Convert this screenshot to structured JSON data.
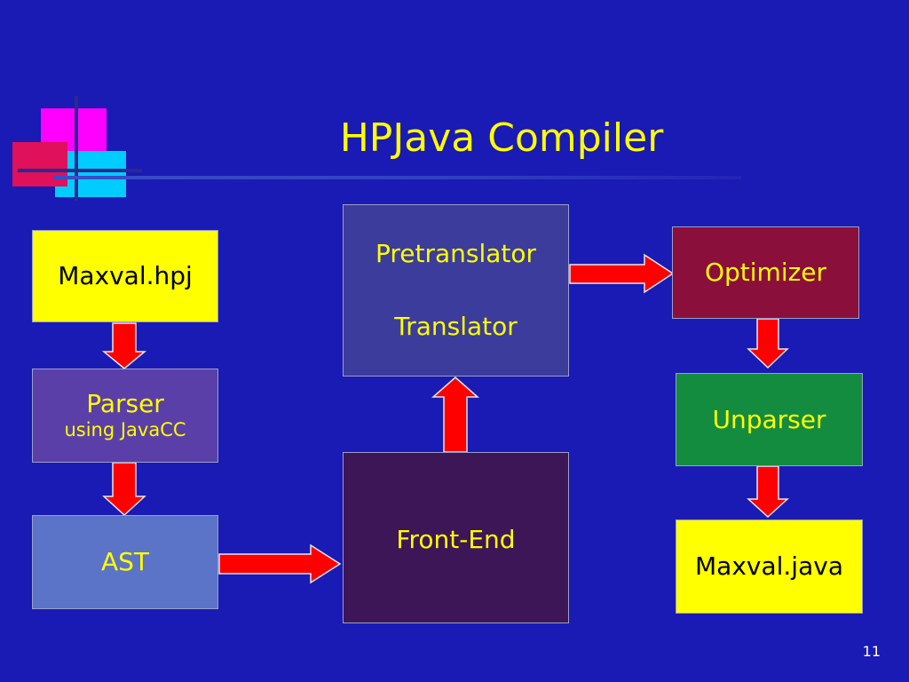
{
  "title": "HPJava Compiler",
  "boxes": {
    "source_file": "Maxval.hpj",
    "parser": "Parser",
    "parser_note": "using JavaCC",
    "ast": "AST",
    "front_end": "Front-End",
    "pretranslator": "Pretranslator",
    "translator": "Translator",
    "optimizer": "Optimizer",
    "unparser": "Unparser",
    "output_file": "Maxval.java"
  },
  "page_number": "11",
  "colors": {
    "background": "#1a1ab4",
    "title_text": "#ffff00",
    "arrow_fill": "#ff0000",
    "file_box": "#ffff00",
    "parser_box": "#5b3fa8",
    "ast_box": "#5b74c8",
    "translator_box": "#3c3c9c",
    "front_end_box": "#3d1657",
    "optimizer_box": "#8a0f3a",
    "unparser_box": "#138c40"
  }
}
